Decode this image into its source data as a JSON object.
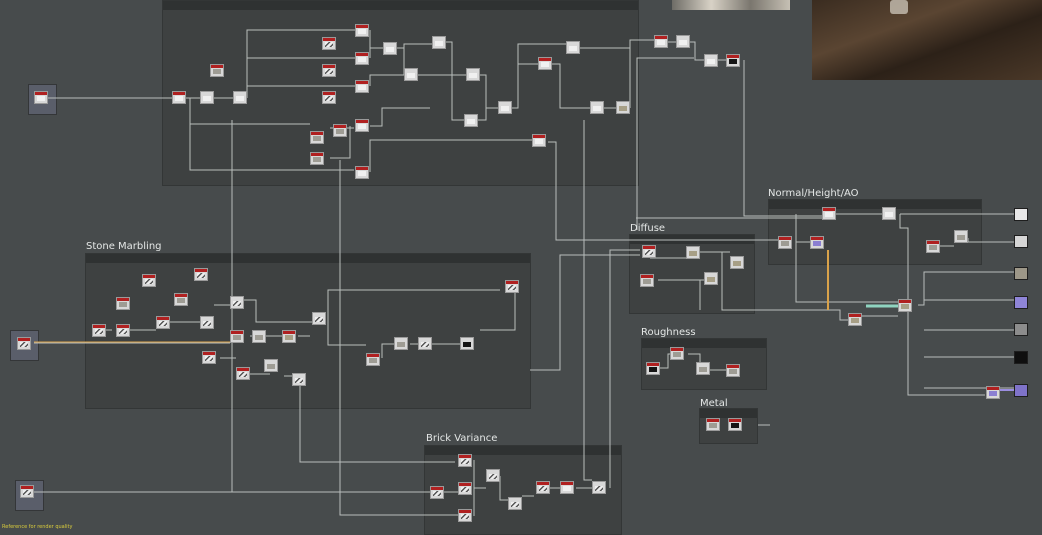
{
  "frames": {
    "stone_marbling": "Stone Marbling",
    "brick_variance": "Brick Variance",
    "diffuse": "Diffuse",
    "roughness": "Roughness",
    "metal": "Metal",
    "normal_height_ao": "Normal/Height/AO"
  },
  "footer": {
    "status": "Reference for render quality"
  },
  "outputs": {
    "swatch_colors": [
      "#e8e8e8",
      "#d6d6d6",
      "#9d9788",
      "#8f85d8",
      "#8c8c8c",
      "#0f0f0f",
      "#7f73c9"
    ]
  }
}
